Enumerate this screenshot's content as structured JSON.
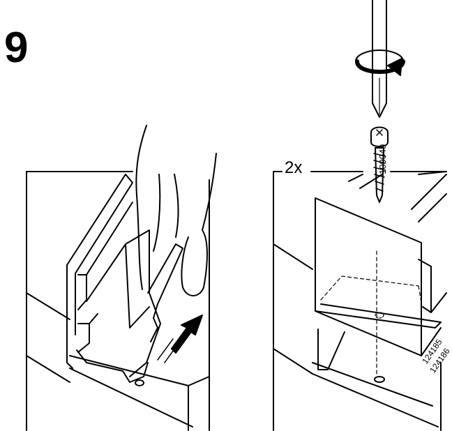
{
  "step": {
    "number": "9"
  },
  "right_panel": {
    "quantity": "2x",
    "screw_part_number": "109049",
    "part_numbers": [
      "124185",
      "124186"
    ]
  },
  "colors": {
    "ink": "#000000",
    "paper": "#ffffff"
  },
  "icons": [
    "rotate-clockwise-arrow-icon",
    "screwdriver-icon",
    "screw-icon",
    "push-up-arrow-icon"
  ]
}
